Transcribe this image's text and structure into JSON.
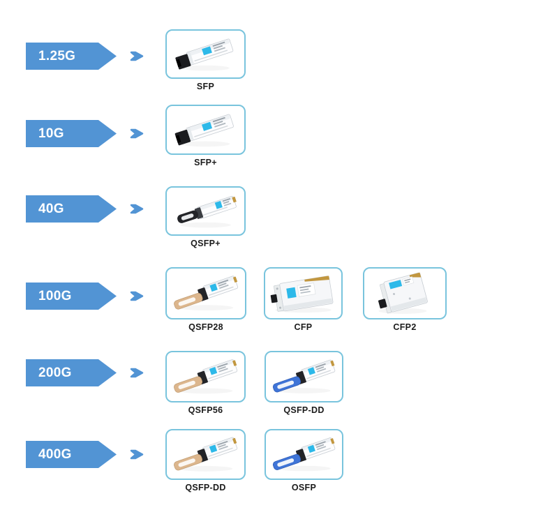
{
  "colors": {
    "background": "#ffffff",
    "banner_blue": "#5294d4",
    "chevron_blue": "#5294d4",
    "card_border": "#79c4dd",
    "module_label_cyan": "#2db9e9",
    "tan_pull_tab": "#dcb68d",
    "blue_pull_tab": "#3f74d7",
    "gold_connector": "#c2973f",
    "card_label_text": "#1b1b1b"
  },
  "rows": [
    {
      "speed": "1.25G",
      "cards": [
        {
          "label": "SFP",
          "image": "sfp-module"
        }
      ]
    },
    {
      "speed": "10G",
      "cards": [
        {
          "label": "SFP+",
          "image": "sfp-plus-module"
        }
      ]
    },
    {
      "speed": "40G",
      "cards": [
        {
          "label": "QSFP+",
          "image": "qsfp-plus-module"
        }
      ]
    },
    {
      "speed": "100G",
      "cards": [
        {
          "label": "QSFP28",
          "image": "qsfp28-module"
        },
        {
          "label": "CFP",
          "image": "cfp-module"
        },
        {
          "label": "CFP2",
          "image": "cfp2-module"
        }
      ]
    },
    {
      "speed": "200G",
      "cards": [
        {
          "label": "QSFP56",
          "image": "qsfp56-module"
        },
        {
          "label": "QSFP-DD",
          "image": "qsfp-dd-module"
        }
      ]
    },
    {
      "speed": "400G",
      "cards": [
        {
          "label": "QSFP-DD",
          "image": "qsfp-dd-module"
        },
        {
          "label": "OSFP",
          "image": "osfp-module"
        }
      ]
    }
  ]
}
